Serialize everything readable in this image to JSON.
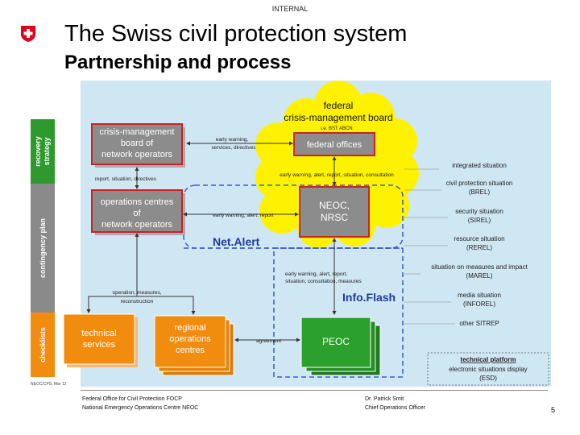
{
  "header": {
    "classification": "INTERNAL",
    "title": "The Swiss civil protection system",
    "subtitle": "Partnership and process"
  },
  "diagram": {
    "side_labels": {
      "recovery": [
        "recovery",
        "strategy"
      ],
      "contingency": "contingency plan",
      "checklists": "checklists"
    },
    "cloud": {
      "title": [
        "federal",
        "crisis-management board"
      ],
      "subtitle": "i.e. BST ABCN"
    },
    "boxes": {
      "federal_offices": "federal offices",
      "board_operators": [
        "crisis-management",
        "board of",
        "network operators"
      ],
      "ops_centres": [
        "operations centres",
        "of",
        "network operators"
      ],
      "neoc": [
        "NEOC,",
        "NRSC"
      ],
      "technical_services": [
        "technical",
        "services"
      ],
      "regional_ops": [
        "regional",
        "operations",
        "centres"
      ],
      "peoc": "PEOC"
    },
    "networks": {
      "netalert": "Net.Alert",
      "infoflash": "Info.Flash"
    },
    "arrow_labels": {
      "early_warning_services": [
        "early warning,",
        "services, directives"
      ],
      "report_situation_directives": "report, situation, directives",
      "early_warning_consultation": "early warning, alert, report, situation, consultation",
      "early_warning_report": "early warning, alert, report",
      "early_warning_measures": [
        "early warning, alert, report,",
        "situation, consultation, measures"
      ],
      "operation_measures": [
        "operation, measures,",
        "reconstruction"
      ],
      "agreement": "agreement"
    },
    "situations": {
      "header": "integrated situation",
      "items": [
        [
          "civil protection situation",
          "(BREL)"
        ],
        [
          "security situation",
          "(SIREL)"
        ],
        [
          "resource situation",
          "(REREL)"
        ],
        [
          "situation on measures and impact",
          "(MAREL)"
        ],
        [
          "media situation",
          "(INFOREL)"
        ],
        [
          "other SITREP"
        ]
      ]
    },
    "platform": {
      "title": "technical platform",
      "lines": [
        "electronic situations display",
        "(ESD)"
      ]
    },
    "stamp": "NEOC/CPS, Mar 12"
  },
  "footer": {
    "left": [
      "Federal Office for Civil Protection FOCP",
      "National Emergency Operations Centre NEOC"
    ],
    "middle": [
      "Dr. Patrick Smit",
      "Chief Operations Officer"
    ],
    "page_number": "5"
  },
  "colors": {
    "swiss_red": "#e2001a",
    "cloud_yellow": "#fff200",
    "panel_blue": "#cfe6f3",
    "box_grey": "#8c8c8c",
    "box_red": "#cc2222",
    "box_orange": "#f28c0f",
    "box_green": "#2ca02c",
    "side_green": "#2e9a2e",
    "side_grey": "#8a8a8a",
    "network_blue": "#1f3c9c"
  }
}
